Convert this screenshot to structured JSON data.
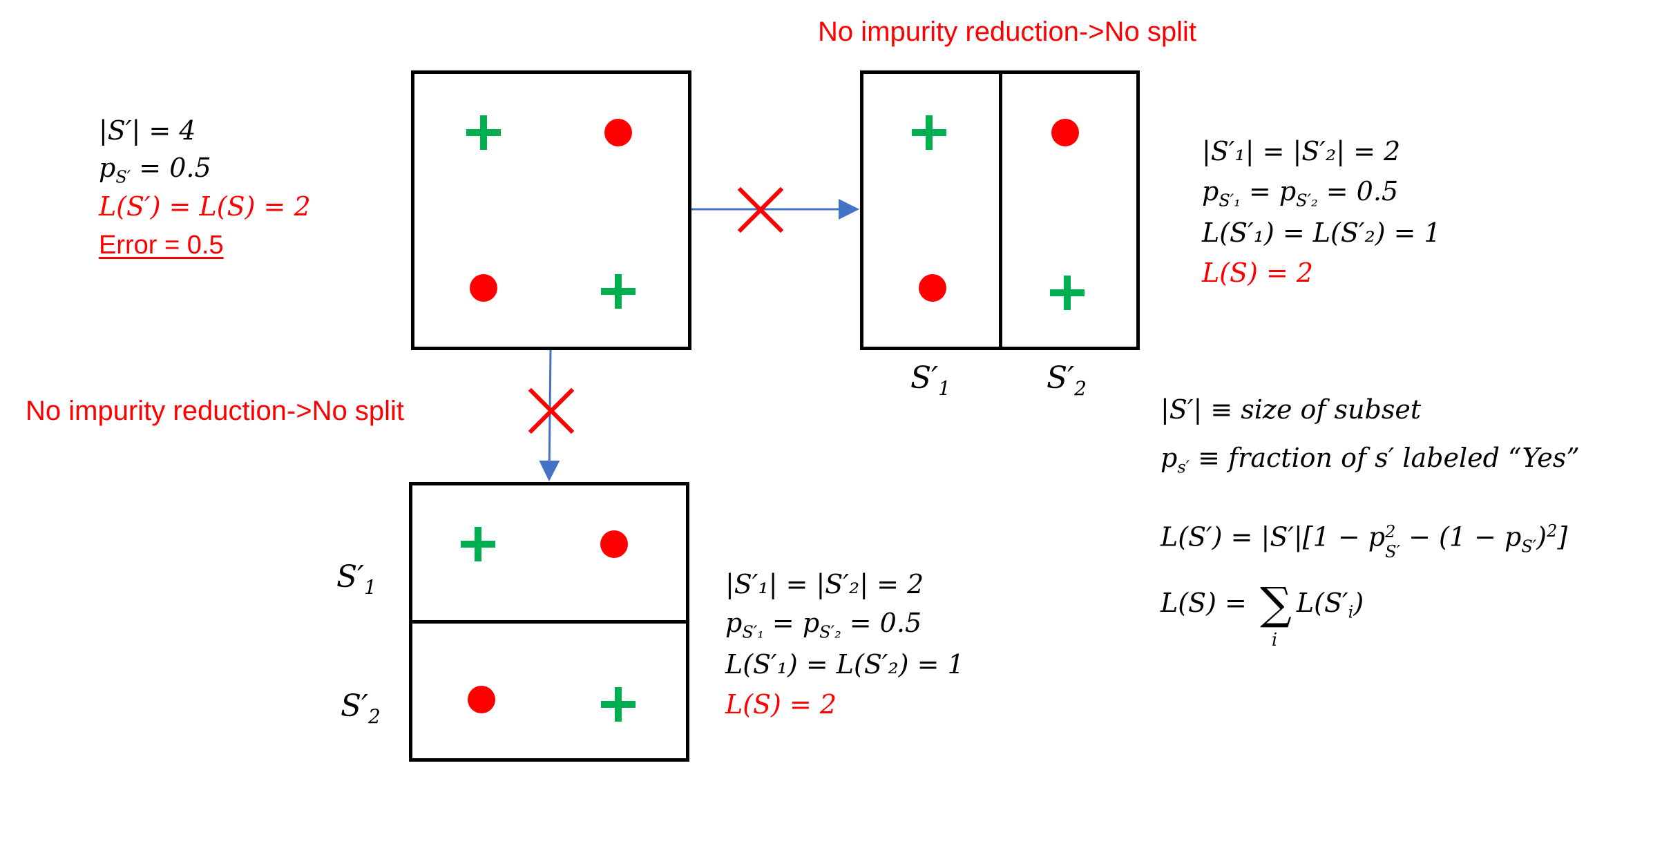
{
  "titles": {
    "top_right_note": "No impurity reduction->No split",
    "left_note": "No impurity reduction->No split"
  },
  "root_stats": {
    "size": "|S′| = 4",
    "prob": "p",
    "prob_sub": "S′",
    "prob_val": " = 0.5",
    "loss": "L(S′) = L(S) = 2",
    "error": "Error = 0.5"
  },
  "right_split": {
    "label_s1": "S′",
    "label_s1_sub": "1",
    "label_s2": "S′",
    "label_s2_sub": "2",
    "stats": {
      "size": "|S′₁| = |S′₂| = 2",
      "prob": "p",
      "prob_val": " = 0.5",
      "loss_children": "L(S′₁) = L(S′₂) = 1",
      "loss_total": "L(S) = 2"
    }
  },
  "bottom_split": {
    "label_s1": "S′",
    "label_s1_sub": "1",
    "label_s2": "S′",
    "label_s2_sub": "2",
    "stats": {
      "size": "|S′₁| = |S′₂| = 2",
      "prob": "p",
      "prob_val": " = 0.5",
      "loss_children": "L(S′₁) = L(S′₂) = 1",
      "loss_total": "L(S) = 2"
    }
  },
  "definitions": {
    "size_def": "|S′| ≡ size of subset",
    "frac_def_p": "p",
    "frac_def_sub": "s′",
    "frac_def_rest": " ≡ fraction of s′ labeled “Yes”",
    "gini_def": "L(S′) = |S′|[1 − p",
    "gini_sup": "2",
    "gini_sub": "S′",
    "gini_rest": " − (1 − p",
    "gini_sub2": "S′",
    "gini_end": ")",
    "gini_sup2": "2",
    "gini_close": "]",
    "sum_lhs": "L(S) = ",
    "sum_symbol": "∑",
    "sum_index": "i",
    "sum_rhs": "L(S′",
    "sum_rhs_sub": "i",
    "sum_rhs_end": ")"
  },
  "colors": {
    "positive": "#00b050",
    "negative": "#ff0000",
    "arrow": "#4472c4",
    "reject_mark": "#ff0000"
  },
  "icons": [
    "plus-icon",
    "dot-icon",
    "arrow",
    "cross-icon"
  ]
}
